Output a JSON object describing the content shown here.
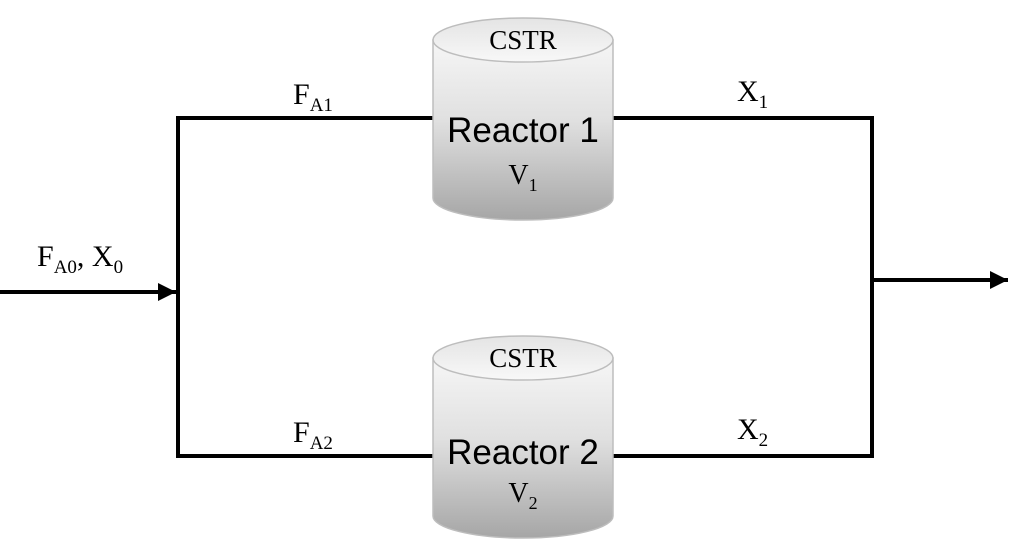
{
  "diagram": {
    "inlet": {
      "flow_main": "F",
      "flow_sub": "A0",
      "sep": ", ",
      "conv_main": "X",
      "conv_sub": "0"
    },
    "reactors": [
      {
        "type": "CSTR",
        "name": "Reactor 1",
        "volume": {
          "main": "V",
          "sub": "1"
        },
        "feed": {
          "main": "F",
          "sub": "A1"
        },
        "conversion": {
          "main": "X",
          "sub": "1"
        }
      },
      {
        "type": "CSTR",
        "name": "Reactor 2",
        "volume": {
          "main": "V",
          "sub": "2"
        },
        "feed": {
          "main": "F",
          "sub": "A2"
        },
        "conversion": {
          "main": "X",
          "sub": "2"
        }
      }
    ],
    "colors": {
      "line": "#000000",
      "tank_light": "#f4f4f4",
      "tank_dark": "#a9a9a9",
      "tank_top": "#ededed"
    }
  }
}
